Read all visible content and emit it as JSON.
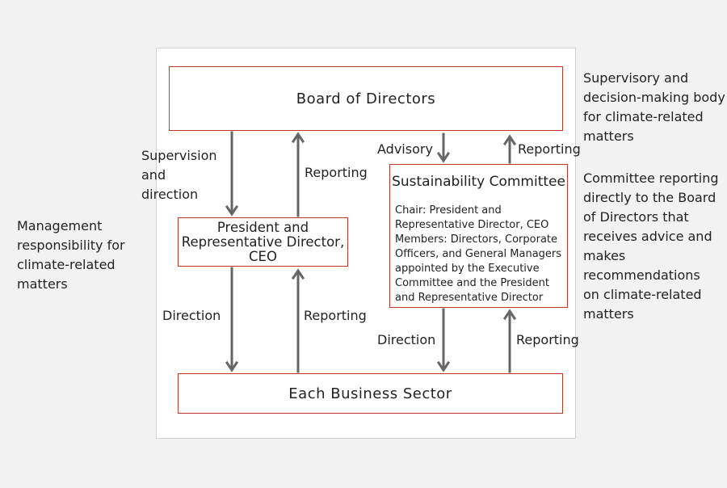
{
  "diagram": {
    "board": "Board of Directors",
    "ceo": [
      "President and",
      "Representative Director,",
      "CEO"
    ],
    "committee_title": "Sustainability Committee",
    "committee_detail": [
      "Chair: President and",
      "Representative Director, CEO",
      "Members: Directors, Corporate",
      "Officers, and General Managers",
      "appointed by the Executive",
      "Committee and the President",
      "and Representative Director"
    ],
    "sector": "Each Business Sector",
    "labels": {
      "supervision": [
        "Supervision",
        "and",
        "direction"
      ],
      "reporting": "Reporting",
      "advisory": "Advisory",
      "direction": "Direction"
    },
    "notes": {
      "board": [
        "Supervisory and",
        "decision-making body",
        "for climate-related",
        "matters"
      ],
      "committee": [
        "Committee reporting",
        "directly to the Board",
        "of Directors that",
        "receives advice and",
        "makes",
        "recommendations",
        "on climate-related",
        "matters"
      ],
      "management": [
        "Management",
        "responsibility for",
        "climate-related",
        "matters"
      ]
    }
  },
  "colors": {
    "border": "#c0392b",
    "arrow": "#666666"
  }
}
